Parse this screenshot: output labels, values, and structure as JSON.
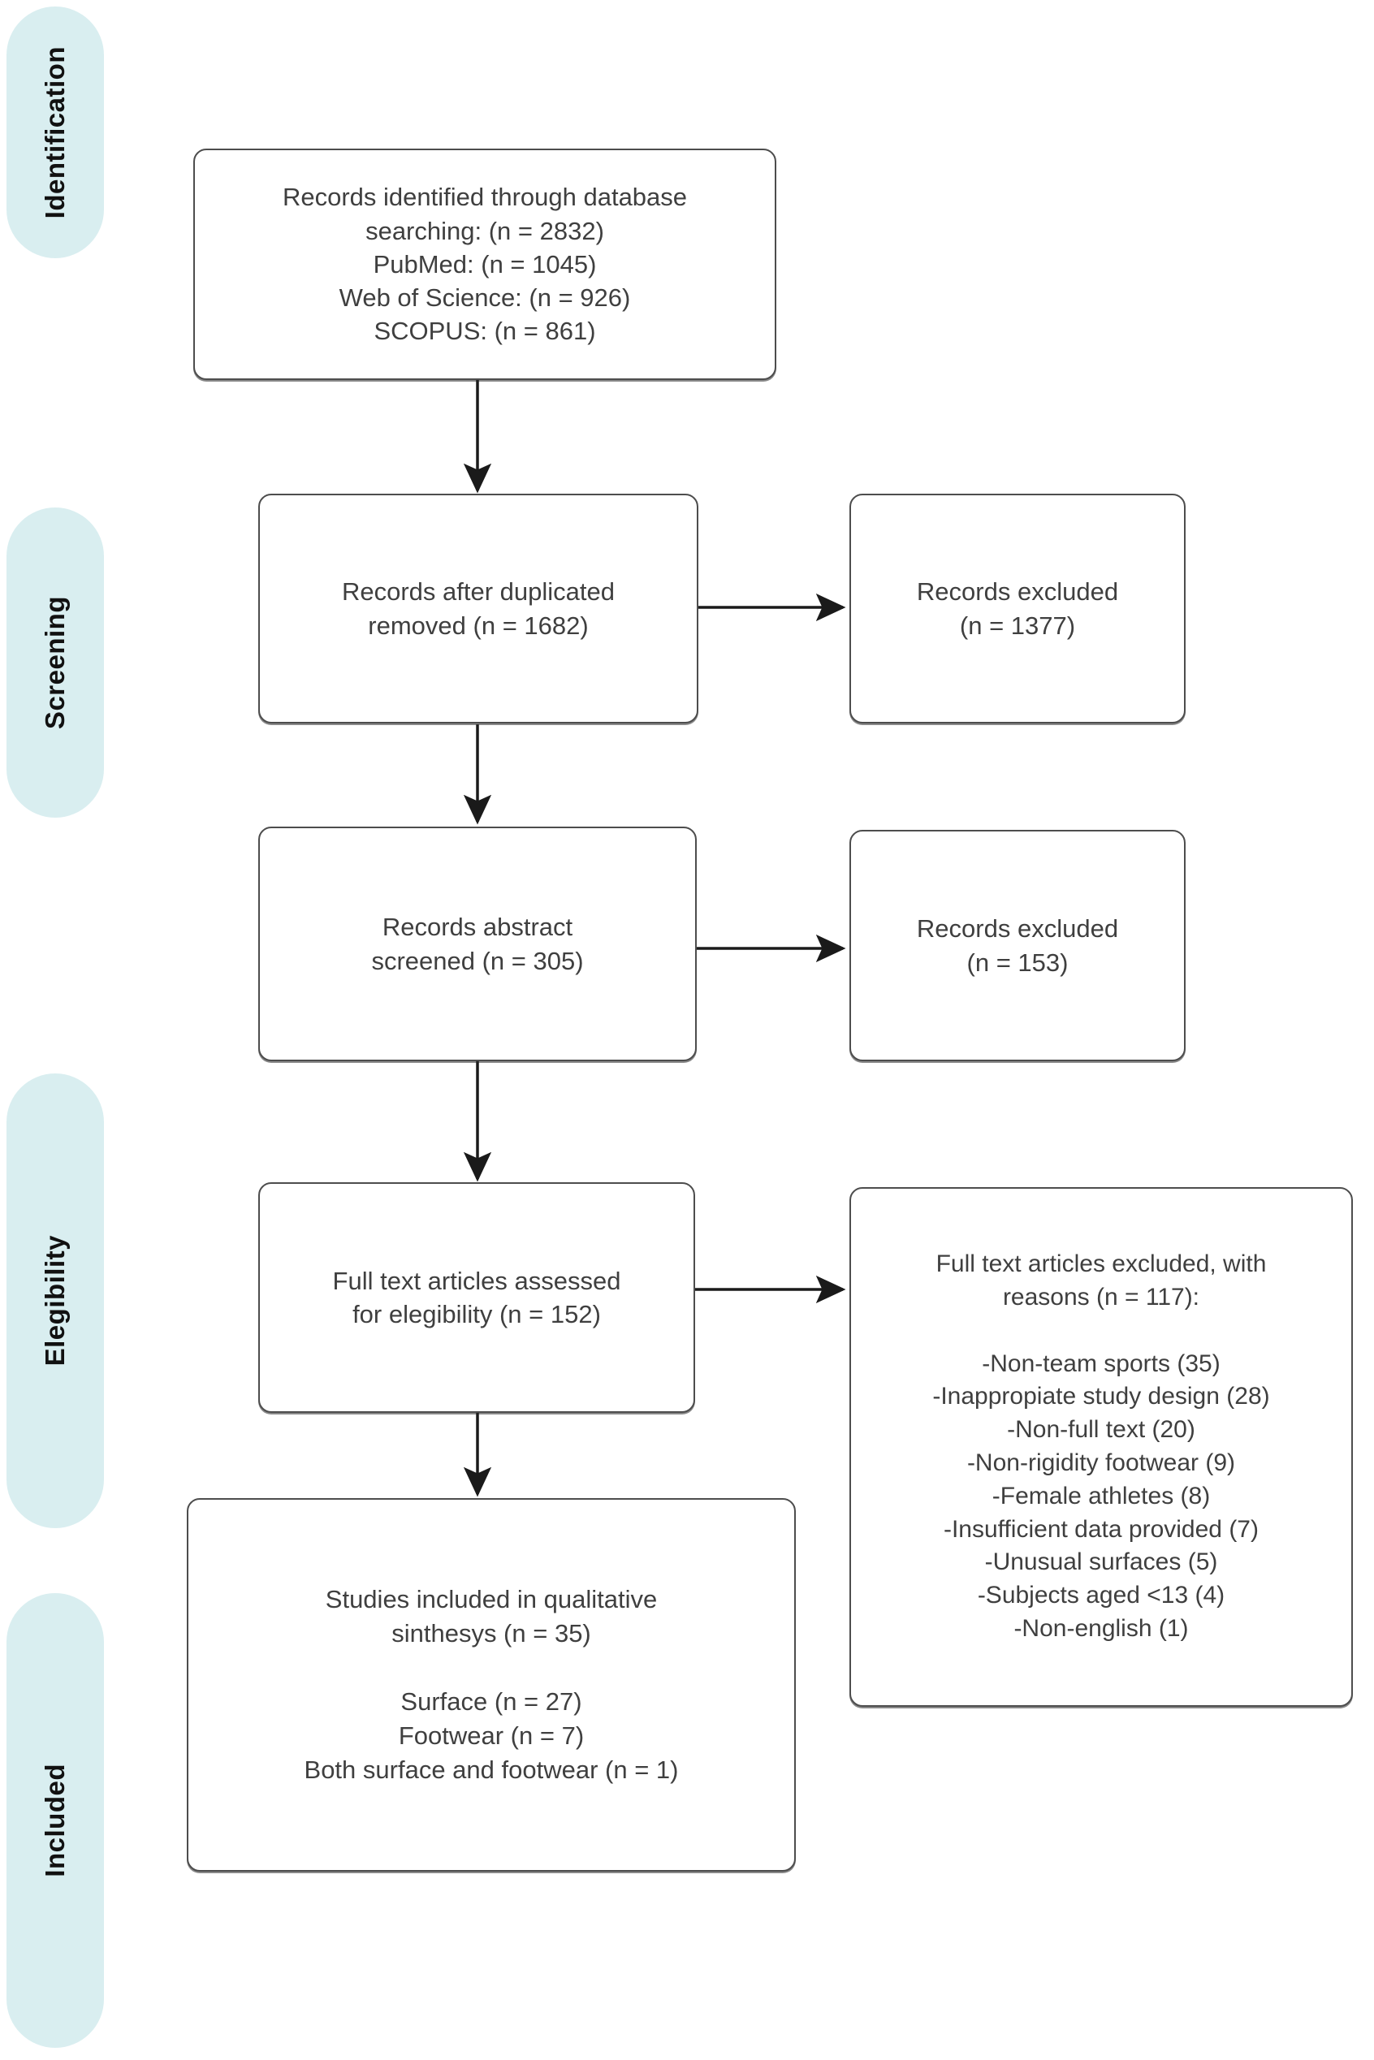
{
  "diagram": {
    "type": "prisma-flow-diagram",
    "stages": [
      {
        "id": "identification",
        "label": "Identification"
      },
      {
        "id": "screening",
        "label": "Screening"
      },
      {
        "id": "elegibility",
        "label": "Elegibility"
      },
      {
        "id": "included",
        "label": "Included"
      }
    ],
    "boxes": {
      "identified": {
        "name": "records-identified-box",
        "text": "Records identified through database\nsearching: (n = 2832)\nPubMed: (n = 1045)\nWeb of Science: (n = 926)\nSCOPUS: (n = 861)"
      },
      "after_duplicates": {
        "name": "records-after-duplicates-box",
        "text": "Records after duplicated\nremoved (n = 1682)"
      },
      "excluded_duplicates": {
        "name": "records-excluded-1377-box",
        "text": "Records excluded\n(n = 1377)"
      },
      "abstract_screened": {
        "name": "records-abstract-screened-box",
        "text": "Records abstract\nscreened (n = 305)"
      },
      "excluded_abstract": {
        "name": "records-excluded-153-box",
        "text": "Records excluded\n(n = 153)"
      },
      "full_text_assessed": {
        "name": "full-text-assessed-box",
        "text": "Full text articles assessed\nfor elegibility (n =  152)"
      },
      "full_text_excluded": {
        "name": "full-text-excluded-reasons-box",
        "text": "Full text articles excluded, with\nreasons (n = 117):\n\n-Non-team sports (35)\n-Inappropiate study design (28)\n-Non-full text (20)\n-Non-rigidity footwear (9)\n-Female athletes (8)\n-Insufficient data provided (7)\n-Unusual surfaces (5)\n-Subjects aged <13 (4)\n-Non-english (1)"
      },
      "included_studies": {
        "name": "studies-included-box",
        "text": "Studies included in qualitative\nsinthesys (n = 35)\n\nSurface (n = 27)\nFootwear (n = 7)\nBoth surface and footwear (n = 1)"
      }
    },
    "counts": {
      "identified_total": 2832,
      "pubmed": 1045,
      "web_of_science": 926,
      "scopus": 861,
      "after_duplicates_removed": 1682,
      "excluded_after_duplicates": 1377,
      "abstract_screened": 305,
      "excluded_after_abstract": 153,
      "full_text_assessed": 152,
      "full_text_excluded": 117,
      "included_qualitative_synthesis": 35,
      "surface": 27,
      "footwear": 7,
      "both_surface_and_footwear": 1
    },
    "exclusion_reasons": [
      {
        "reason": "Non-team sports",
        "count": 35
      },
      {
        "reason": "Inappropiate study design",
        "count": 28
      },
      {
        "reason": "Non-full text",
        "count": 20
      },
      {
        "reason": "Non-rigidity footwear",
        "count": 9
      },
      {
        "reason": "Female athletes",
        "count": 8
      },
      {
        "reason": "Insufficient data provided",
        "count": 7
      },
      {
        "reason": "Unusual surfaces",
        "count": 5
      },
      {
        "reason": "Subjects aged <13",
        "count": 4
      },
      {
        "reason": "Non-english",
        "count": 1
      }
    ],
    "colors": {
      "stage_pill_fill": "#d9eef0",
      "box_border": "#4d4d4d",
      "box_fill": "#ffffff",
      "text": "#3f3f3f",
      "stage_label_text": "#111111",
      "connector": "#1a1a1a"
    }
  }
}
